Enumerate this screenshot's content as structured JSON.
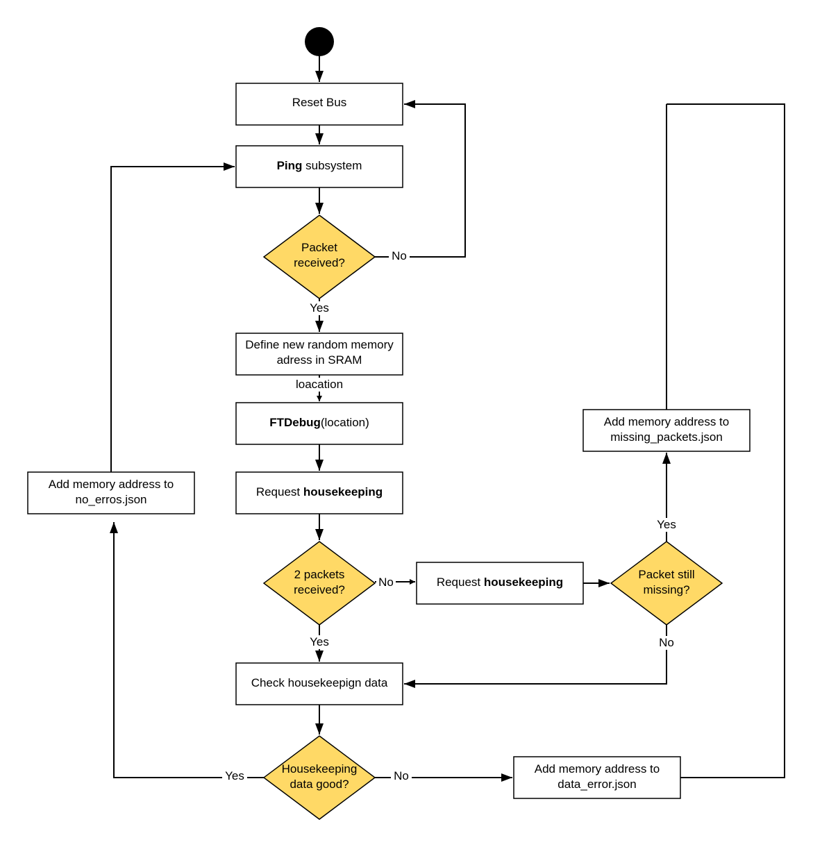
{
  "colors": {
    "decision_fill": "#FFD966",
    "stroke": "#000000",
    "background": "#FFFFFF"
  },
  "nodes": {
    "reset_bus": {
      "text": "Reset Bus"
    },
    "ping": {
      "bold": "Ping",
      "rest": " subsystem"
    },
    "packet_received": {
      "line1": "Packet",
      "line2": "received?"
    },
    "define_memory": {
      "line1": "Define new random memory",
      "line2": "adress in SRAM"
    },
    "ftdebug": {
      "bold": "FTDebug",
      "rest": "(location)"
    },
    "request_hk_1": {
      "plain": "Request ",
      "bold": "housekeeping"
    },
    "two_packets": {
      "line1": "2 packets",
      "line2": "received?"
    },
    "request_hk_2": {
      "plain": "Request ",
      "bold": "housekeeping"
    },
    "packet_still_missing": {
      "line1": "Packet still",
      "line2": "missing?"
    },
    "missing_packets": {
      "line1": "Add memory address to",
      "line2": "missing_packets.json"
    },
    "no_errors": {
      "line1": "Add memory address to",
      "line2": "no_erros.json"
    },
    "check_hk": {
      "text": "Check housekeepign data"
    },
    "hk_good": {
      "line1": "Housekeeping",
      "line2": "data good?"
    },
    "data_error": {
      "line1": "Add memory address to",
      "line2": "data_error.json"
    }
  },
  "edge_labels": {
    "packet_no": "No",
    "packet_yes": "Yes",
    "location": "loacation",
    "two_no": "No",
    "two_yes": "Yes",
    "still_yes": "Yes",
    "still_no": "No",
    "hk_yes": "Yes",
    "hk_no": "No"
  }
}
